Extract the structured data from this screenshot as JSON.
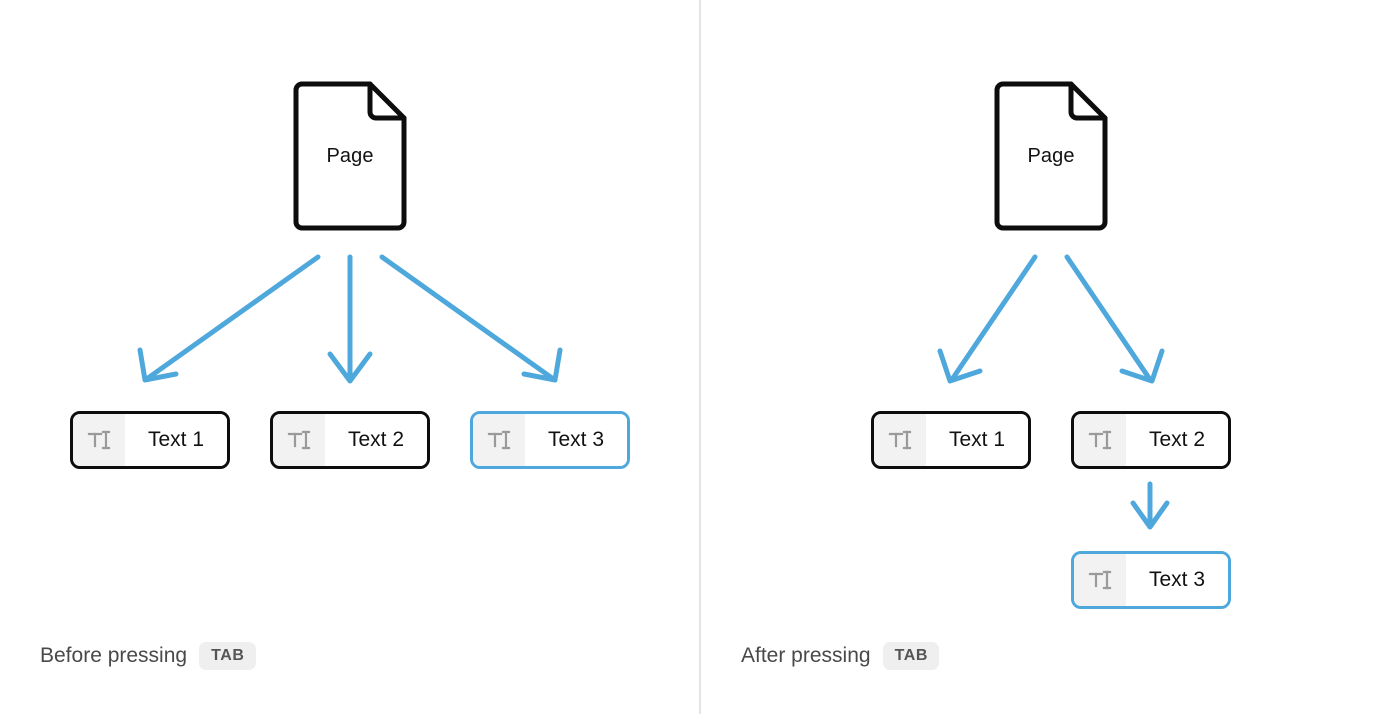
{
  "diagram": {
    "accent_color": "#4fa8dc",
    "outline_color": "#0d0d0d",
    "divider_color": "#e4e4e4",
    "icon_color": "#9a9a9a",
    "field_icon_name": "text-cursor-icon"
  },
  "panels": [
    {
      "id": "before",
      "caption_text": "Before pressing",
      "caption_key": "TAB",
      "page": {
        "label": "Page"
      },
      "fields": [
        {
          "label": "Text 1",
          "selected": false
        },
        {
          "label": "Text 2",
          "selected": false
        },
        {
          "label": "Text 3",
          "selected": true
        }
      ]
    },
    {
      "id": "after",
      "caption_text": "After pressing",
      "caption_key": "TAB",
      "page": {
        "label": "Page"
      },
      "fields": [
        {
          "label": "Text 1",
          "selected": false
        },
        {
          "label": "Text 2",
          "selected": false
        },
        {
          "label": "Text 3",
          "selected": true
        }
      ]
    }
  ]
}
